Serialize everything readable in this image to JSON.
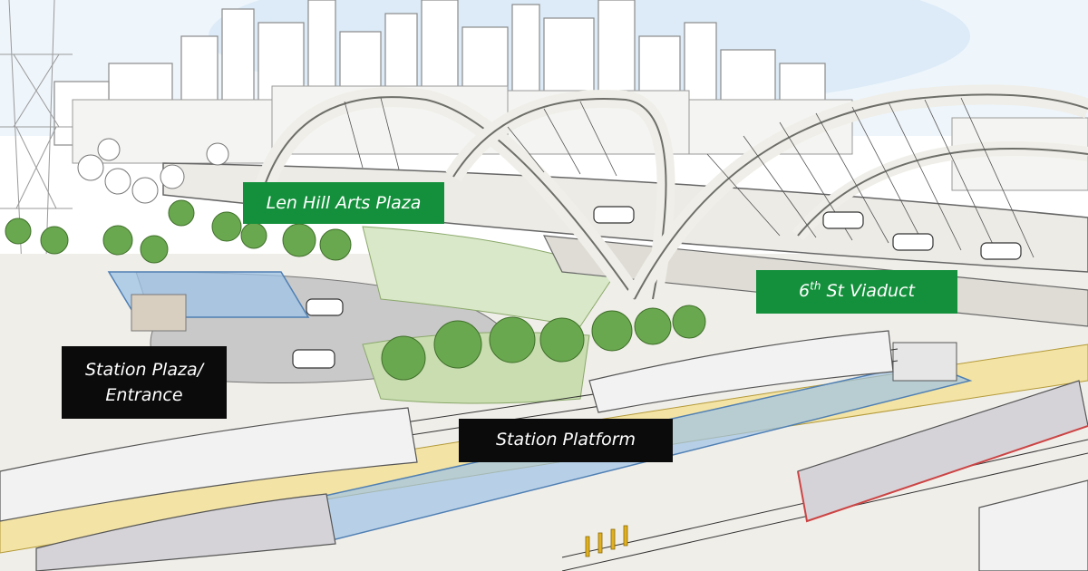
{
  "labels": {
    "len_hill": "Len Hill Arts Plaza",
    "viaduct_prefix": "6",
    "viaduct_sup": "th",
    "viaduct_suffix": " St Viaduct",
    "station_line1": "Station Plaza/",
    "station_line2": "Entrance",
    "platform": "Station Platform"
  },
  "colors": {
    "label_green": "#14903c",
    "label_black": "#0b0b0b",
    "tree_green": "#6aa84f",
    "canopy_blue": "#9ec3e6",
    "sky_blue": "#dcebf7",
    "platform_yellow": "#f3e3a4"
  }
}
